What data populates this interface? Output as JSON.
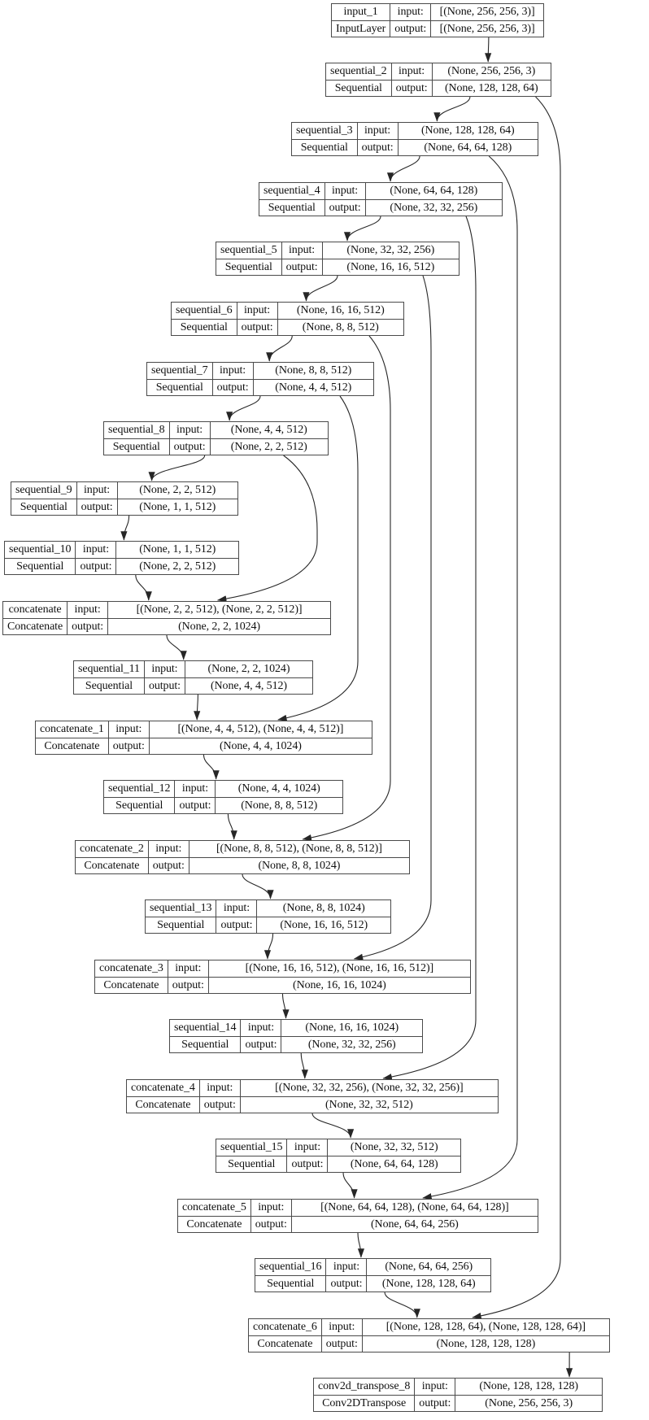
{
  "labels": {
    "input": "input:",
    "output": "output:"
  },
  "colors": {
    "background": "#ffffff",
    "border": "#4a4a4a",
    "edge": "#262626",
    "text": "#101010"
  },
  "nodes": [
    {
      "id": "input_1",
      "name": "input_1",
      "type": "InputLayer",
      "input": "[(None, 256, 256, 3)]",
      "output": "[(None, 256, 256, 3)]"
    },
    {
      "id": "sequential_2",
      "name": "sequential_2",
      "type": "Sequential",
      "input": "(None, 256, 256, 3)",
      "output": "(None, 128, 128, 64)"
    },
    {
      "id": "sequential_3",
      "name": "sequential_3",
      "type": "Sequential",
      "input": "(None, 128, 128, 64)",
      "output": "(None, 64, 64, 128)"
    },
    {
      "id": "sequential_4",
      "name": "sequential_4",
      "type": "Sequential",
      "input": "(None, 64, 64, 128)",
      "output": "(None, 32, 32, 256)"
    },
    {
      "id": "sequential_5",
      "name": "sequential_5",
      "type": "Sequential",
      "input": "(None, 32, 32, 256)",
      "output": "(None, 16, 16, 512)"
    },
    {
      "id": "sequential_6",
      "name": "sequential_6",
      "type": "Sequential",
      "input": "(None, 16, 16, 512)",
      "output": "(None, 8, 8, 512)"
    },
    {
      "id": "sequential_7",
      "name": "sequential_7",
      "type": "Sequential",
      "input": "(None, 8, 8, 512)",
      "output": "(None, 4, 4, 512)"
    },
    {
      "id": "sequential_8",
      "name": "sequential_8",
      "type": "Sequential",
      "input": "(None, 4, 4, 512)",
      "output": "(None, 2, 2, 512)"
    },
    {
      "id": "sequential_9",
      "name": "sequential_9",
      "type": "Sequential",
      "input": "(None, 2, 2, 512)",
      "output": "(None, 1, 1, 512)"
    },
    {
      "id": "sequential_10",
      "name": "sequential_10",
      "type": "Sequential",
      "input": "(None, 1, 1, 512)",
      "output": "(None, 2, 2, 512)"
    },
    {
      "id": "concatenate",
      "name": "concatenate",
      "type": "Concatenate",
      "input": "[(None, 2, 2, 512), (None, 2, 2, 512)]",
      "output": "(None, 2, 2, 1024)"
    },
    {
      "id": "sequential_11",
      "name": "sequential_11",
      "type": "Sequential",
      "input": "(None, 2, 2, 1024)",
      "output": "(None, 4, 4, 512)"
    },
    {
      "id": "concatenate_1",
      "name": "concatenate_1",
      "type": "Concatenate",
      "input": "[(None, 4, 4, 512), (None, 4, 4, 512)]",
      "output": "(None, 4, 4, 1024)"
    },
    {
      "id": "sequential_12",
      "name": "sequential_12",
      "type": "Sequential",
      "input": "(None, 4, 4, 1024)",
      "output": "(None, 8, 8, 512)"
    },
    {
      "id": "concatenate_2",
      "name": "concatenate_2",
      "type": "Concatenate",
      "input": "[(None, 8, 8, 512), (None, 8, 8, 512)]",
      "output": "(None, 8, 8, 1024)"
    },
    {
      "id": "sequential_13",
      "name": "sequential_13",
      "type": "Sequential",
      "input": "(None, 8, 8, 1024)",
      "output": "(None, 16, 16, 512)"
    },
    {
      "id": "concatenate_3",
      "name": "concatenate_3",
      "type": "Concatenate",
      "input": "[(None, 16, 16, 512), (None, 16, 16, 512)]",
      "output": "(None, 16, 16, 1024)"
    },
    {
      "id": "sequential_14",
      "name": "sequential_14",
      "type": "Sequential",
      "input": "(None, 16, 16, 1024)",
      "output": "(None, 32, 32, 256)"
    },
    {
      "id": "concatenate_4",
      "name": "concatenate_4",
      "type": "Concatenate",
      "input": "[(None, 32, 32, 256), (None, 32, 32, 256)]",
      "output": "(None, 32, 32, 512)"
    },
    {
      "id": "sequential_15",
      "name": "sequential_15",
      "type": "Sequential",
      "input": "(None, 32, 32, 512)",
      "output": "(None, 64, 64, 128)"
    },
    {
      "id": "concatenate_5",
      "name": "concatenate_5",
      "type": "Concatenate",
      "input": "[(None, 64, 64, 128), (None, 64, 64, 128)]",
      "output": "(None, 64, 64, 256)"
    },
    {
      "id": "sequential_16",
      "name": "sequential_16",
      "type": "Sequential",
      "input": "(None, 64, 64, 256)",
      "output": "(None, 128, 128, 64)"
    },
    {
      "id": "concatenate_6",
      "name": "concatenate_6",
      "type": "Concatenate",
      "input": "[(None, 128, 128, 64), (None, 128, 128, 64)]",
      "output": "(None, 128, 128, 128)"
    },
    {
      "id": "conv2d_transpose_8",
      "name": "conv2d_transpose_8",
      "type": "Conv2DTranspose",
      "input": "(None, 128, 128, 128)",
      "output": "(None, 256, 256, 3)"
    }
  ],
  "edges": [
    {
      "from": "input_1",
      "to": "sequential_2",
      "kind": "flow"
    },
    {
      "from": "sequential_2",
      "to": "sequential_3",
      "kind": "flow"
    },
    {
      "from": "sequential_3",
      "to": "sequential_4",
      "kind": "flow"
    },
    {
      "from": "sequential_4",
      "to": "sequential_5",
      "kind": "flow"
    },
    {
      "from": "sequential_5",
      "to": "sequential_6",
      "kind": "flow"
    },
    {
      "from": "sequential_6",
      "to": "sequential_7",
      "kind": "flow"
    },
    {
      "from": "sequential_7",
      "to": "sequential_8",
      "kind": "flow"
    },
    {
      "from": "sequential_8",
      "to": "sequential_9",
      "kind": "flow"
    },
    {
      "from": "sequential_9",
      "to": "sequential_10",
      "kind": "flow"
    },
    {
      "from": "sequential_10",
      "to": "concatenate",
      "kind": "flow"
    },
    {
      "from": "sequential_8",
      "to": "concatenate",
      "kind": "skip"
    },
    {
      "from": "concatenate",
      "to": "sequential_11",
      "kind": "flow"
    },
    {
      "from": "sequential_11",
      "to": "concatenate_1",
      "kind": "flow"
    },
    {
      "from": "sequential_7",
      "to": "concatenate_1",
      "kind": "skip"
    },
    {
      "from": "concatenate_1",
      "to": "sequential_12",
      "kind": "flow"
    },
    {
      "from": "sequential_12",
      "to": "concatenate_2",
      "kind": "flow"
    },
    {
      "from": "sequential_6",
      "to": "concatenate_2",
      "kind": "skip"
    },
    {
      "from": "concatenate_2",
      "to": "sequential_13",
      "kind": "flow"
    },
    {
      "from": "sequential_13",
      "to": "concatenate_3",
      "kind": "flow"
    },
    {
      "from": "sequential_5",
      "to": "concatenate_3",
      "kind": "skip"
    },
    {
      "from": "concatenate_3",
      "to": "sequential_14",
      "kind": "flow"
    },
    {
      "from": "sequential_14",
      "to": "concatenate_4",
      "kind": "flow"
    },
    {
      "from": "sequential_4",
      "to": "concatenate_4",
      "kind": "skip"
    },
    {
      "from": "concatenate_4",
      "to": "sequential_15",
      "kind": "flow"
    },
    {
      "from": "sequential_15",
      "to": "concatenate_5",
      "kind": "flow"
    },
    {
      "from": "sequential_3",
      "to": "concatenate_5",
      "kind": "skip"
    },
    {
      "from": "concatenate_5",
      "to": "sequential_16",
      "kind": "flow"
    },
    {
      "from": "sequential_16",
      "to": "concatenate_6",
      "kind": "flow"
    },
    {
      "from": "sequential_2",
      "to": "concatenate_6",
      "kind": "skip"
    },
    {
      "from": "concatenate_6",
      "to": "conv2d_transpose_8",
      "kind": "flow"
    }
  ]
}
